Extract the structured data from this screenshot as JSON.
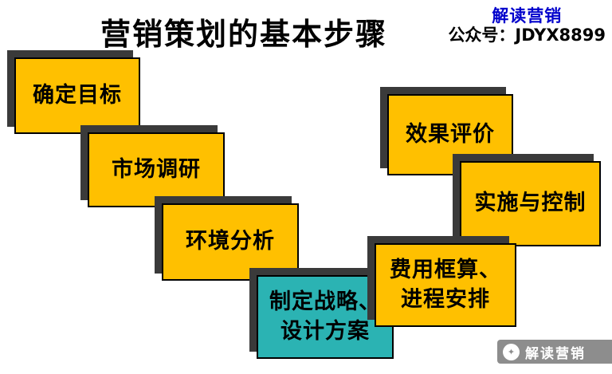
{
  "title": "营销策划的基本步骤",
  "watermark": {
    "brand": "解读营销",
    "account": "公众号：JDYX8899"
  },
  "steps": [
    {
      "id": "set-goal",
      "label": "确定目标"
    },
    {
      "id": "market-research",
      "label": "市场调研"
    },
    {
      "id": "environment-analysis",
      "label": "环境分析"
    },
    {
      "id": "strategy-design",
      "label": "制定战略、\n设计方案"
    },
    {
      "id": "budget-schedule",
      "label": "费用框算、\n进程安排"
    },
    {
      "id": "implementation-control",
      "label": "实施与控制"
    },
    {
      "id": "effect-evaluation",
      "label": "效果评价"
    }
  ],
  "footer": {
    "brand": "解读营销",
    "logo_icon": "✦"
  },
  "colors": {
    "box_yellow": "#FFC000",
    "box_teal": "#2BB3B3",
    "shadow_gray": "#3A3A3A",
    "brand_blue": "#0000CC",
    "footer_gray": "#8D8D8D"
  }
}
